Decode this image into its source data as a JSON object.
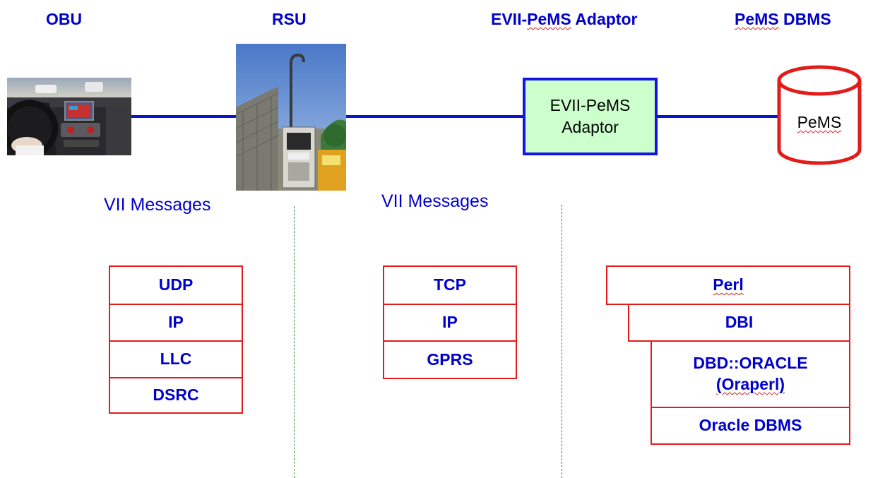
{
  "headers": {
    "obu": "OBU",
    "rsu": "RSU",
    "adaptor_prefix": "EVII-",
    "adaptor_wavy": "PeMS",
    "adaptor_suffix": " Adaptor",
    "dbms_wavy": "PeMS",
    "dbms_suffix": " DBMS"
  },
  "adaptor_node": {
    "line1": "EVII-PeMS",
    "line2": "Adaptor"
  },
  "db_node": {
    "label": "PeMS"
  },
  "messages": {
    "left": "VII Messages",
    "right": "VII Messages"
  },
  "stacks": {
    "obu_rsu": [
      "UDP",
      "IP",
      "LLC",
      "DSRC"
    ],
    "rsu_adaptor": [
      "TCP",
      "IP",
      "GPRS"
    ],
    "adaptor_db": {
      "perl": "Perl",
      "dbi": "DBI",
      "dbd_line1": "DBD::ORACLE",
      "dbd_line2": "(Oraperl)",
      "oracle": "Oracle DBMS"
    }
  },
  "colors": {
    "heading": "#0000cc",
    "link": "#0a14c8",
    "stack_border": "#e21b1b",
    "adaptor_fill": "#ccffcc",
    "divider": "#3a8a3a"
  }
}
